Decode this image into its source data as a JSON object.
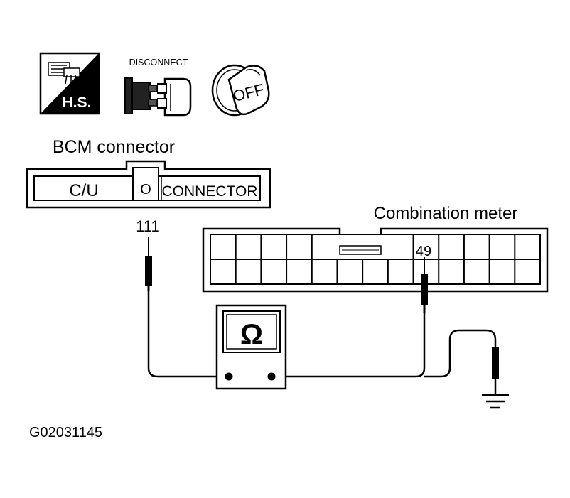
{
  "icons": {
    "hs": {
      "label": "H.S.",
      "name": "harness-service-icon"
    },
    "disconnect": {
      "label": "DISCONNECT",
      "name": "disconnect-connector-icon"
    },
    "ignition": {
      "label": "OFF",
      "name": "ignition-key-off-icon"
    }
  },
  "bcm": {
    "title": "BCM connector",
    "cu_label": "C/U",
    "o_label": "O",
    "connector_label": "CONNECTOR",
    "terminal": "111"
  },
  "meter": {
    "title": "Combination meter",
    "terminal": "49"
  },
  "ohmmeter": {
    "symbol": "Ω",
    "name": "ohmmeter-icon"
  },
  "ground": {
    "name": "ground-icon"
  },
  "figure_code": "G02031145"
}
